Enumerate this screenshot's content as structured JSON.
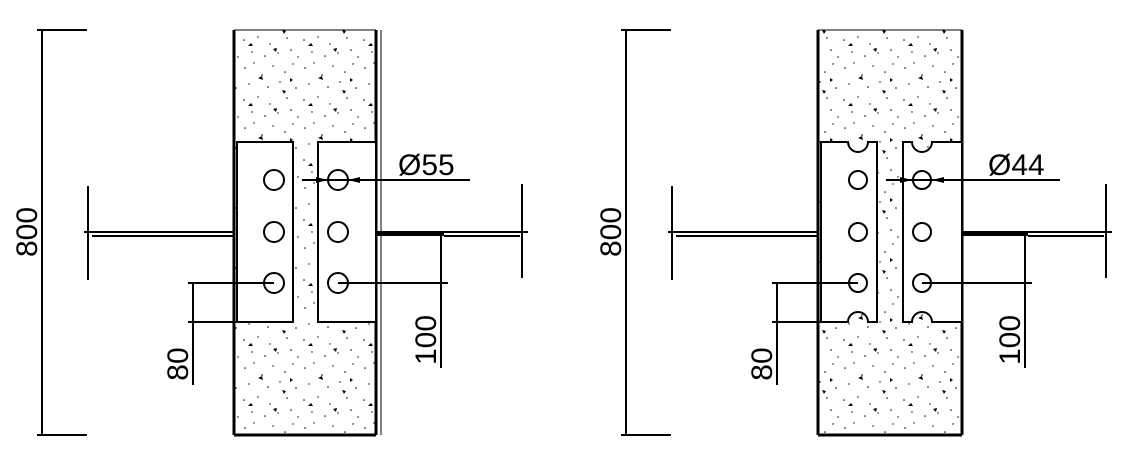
{
  "diagrams": [
    {
      "overall_height": "800",
      "hole_diameter": "Ø55",
      "dim_left_offset": "80",
      "dim_right_offset": "100"
    },
    {
      "overall_height": "800",
      "hole_diameter": "Ø44",
      "dim_left_offset": "80",
      "dim_right_offset": "100"
    }
  ],
  "colors": {
    "ink": "#000000",
    "background": "#ffffff"
  }
}
